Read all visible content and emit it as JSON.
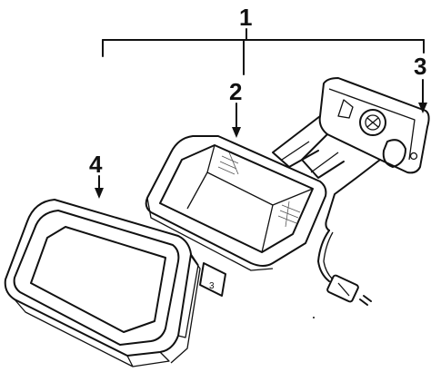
{
  "callouts": {
    "c1": "1",
    "c2": "2",
    "c3": "3",
    "c4": "4"
  },
  "connector_mark": "3",
  "colors": {
    "ink": "#111111",
    "paper": "#ffffff"
  }
}
